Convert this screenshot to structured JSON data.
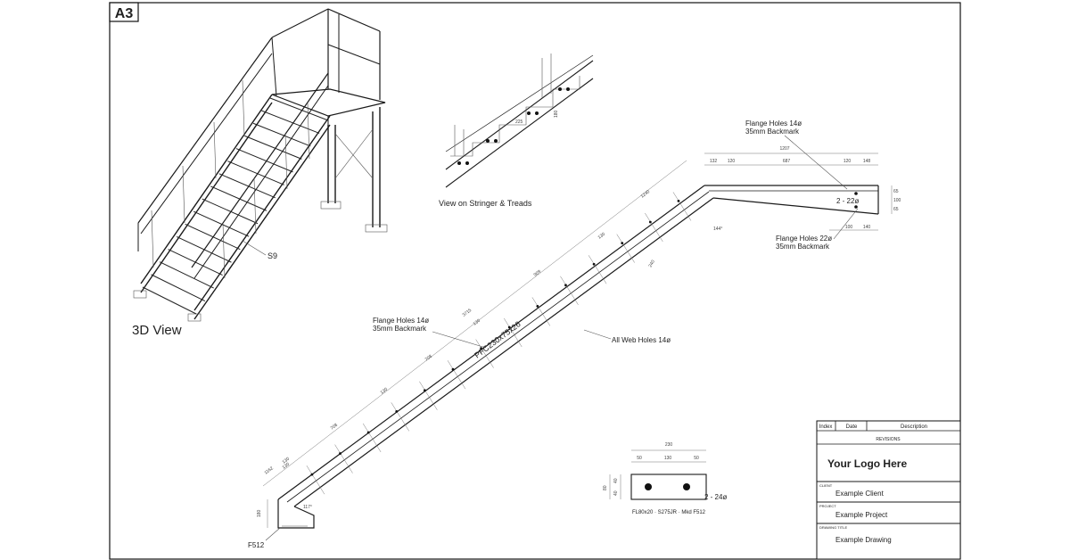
{
  "sheet": {
    "size_label": "A3"
  },
  "views": {
    "iso_label": "3D View",
    "stringer_label": "View on Stringer & Treads",
    "stair_tag": "S9"
  },
  "annotations": {
    "flange_top_line1": "Flange Holes 14ø",
    "flange_top_line2": "35mm Backmark",
    "flange_mid_line1": "Flange Holes 14ø",
    "flange_mid_line2": "35mm Backmark",
    "flange_low_line1": "Flange Holes 22ø",
    "flange_low_line2": "35mm Backmark",
    "web_holes": "All Web Holes 14ø",
    "section_label": "PFC230x75x26",
    "holes_top": "2 - 22ø",
    "holes_plate": "2 - 24ø",
    "foot_tag": "F512",
    "plate_caption": "FL80x20 · S275JR · Mkd F512"
  },
  "dims": {
    "top": [
      "1207",
      "132",
      "120",
      "687",
      "120",
      "148"
    ],
    "right": [
      "65",
      "100",
      "65"
    ],
    "bottom_top": [
      "100",
      "140"
    ],
    "slope_top": [
      "3715",
      "1240",
      "909",
      "708",
      "708"
    ],
    "slope_segments": [
      "130",
      "130",
      "130",
      "130"
    ],
    "slope_low": [
      "1162",
      "130"
    ],
    "web_spacing": "240",
    "angle_bottom": "117°",
    "angle_top": "144°",
    "foot_height": "180",
    "stringer_dims": [
      "225",
      "180"
    ],
    "plate": [
      "230",
      "50",
      "130",
      "50",
      "80",
      "40",
      "40"
    ]
  },
  "title_block": {
    "headers": {
      "index": "Index",
      "date": "Date",
      "description": "Description"
    },
    "revisions_label": "REVISIONS",
    "logo_text": "Your Logo Here",
    "client_label": "CLIENT",
    "client_value": "Example Client",
    "project_label": "PROJECT",
    "project_value": "Example Project",
    "drawing_title_label": "DRAWING TITLE",
    "drawing_title_value": "Example Drawing"
  }
}
